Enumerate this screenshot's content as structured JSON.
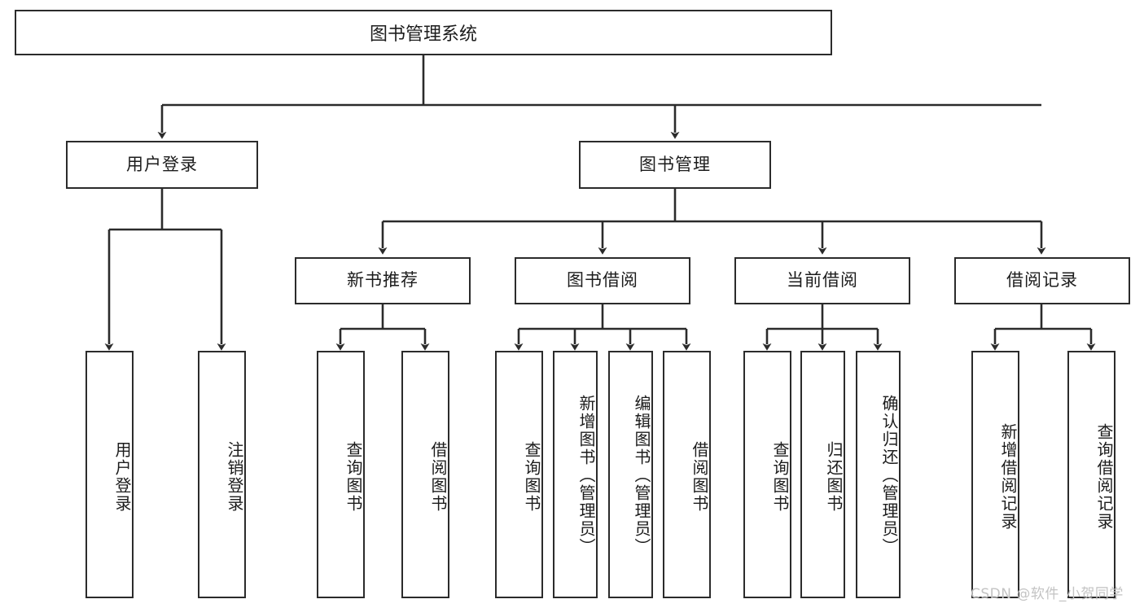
{
  "diagram": {
    "type": "hierarchy-tree",
    "title": "图书管理系统",
    "watermark": "CSDN @软件_小贺同学",
    "colors": {
      "stroke": "#2b2b2b",
      "fill": "#ffffff",
      "text": "#1c1c1c",
      "watermark": "#c3c3c3"
    },
    "levels": {
      "level1": [
        {
          "id": "root",
          "label": "图书管理系统"
        }
      ],
      "level2": [
        {
          "id": "user-login",
          "label": "用户登录"
        },
        {
          "id": "book-manage",
          "label": "图书管理"
        }
      ],
      "level3": [
        {
          "id": "new-book-rec",
          "label": "新书推荐"
        },
        {
          "id": "book-borrow",
          "label": "图书借阅"
        },
        {
          "id": "current-borrow",
          "label": "当前借阅"
        },
        {
          "id": "borrow-record",
          "label": "借阅记录"
        }
      ],
      "level4": [
        {
          "id": "leaf-user-login",
          "label": "用户登录",
          "parent": "user-login"
        },
        {
          "id": "leaf-logout",
          "label": "注销登录",
          "parent": "user-login"
        },
        {
          "id": "leaf-query-book-1",
          "label": "查询图书",
          "parent": "new-book-rec"
        },
        {
          "id": "leaf-borrow-book-1",
          "label": "借阅图书",
          "parent": "new-book-rec"
        },
        {
          "id": "leaf-query-book-2",
          "label": "查询图书",
          "parent": "book-borrow"
        },
        {
          "id": "leaf-add-book",
          "label": "新增图书（管理员）",
          "parent": "book-borrow"
        },
        {
          "id": "leaf-edit-book",
          "label": "编辑图书（管理员）",
          "parent": "book-borrow"
        },
        {
          "id": "leaf-borrow-book-2",
          "label": "借阅图书",
          "parent": "book-borrow"
        },
        {
          "id": "leaf-query-book-3",
          "label": "查询图书",
          "parent": "current-borrow"
        },
        {
          "id": "leaf-return-book",
          "label": "归还图书",
          "parent": "current-borrow"
        },
        {
          "id": "leaf-confirm-return",
          "label": "确认归还（管理员）",
          "parent": "current-borrow"
        },
        {
          "id": "leaf-add-record",
          "label": "新增借阅记录",
          "parent": "borrow-record"
        },
        {
          "id": "leaf-query-record",
          "label": "查询借阅记录",
          "parent": "borrow-record"
        }
      ]
    }
  }
}
